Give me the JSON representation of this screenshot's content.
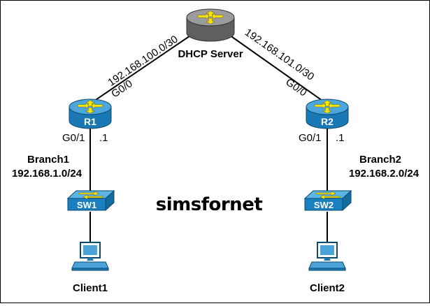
{
  "colors": {
    "router_top": "#4aa3d8",
    "router_side": "#1f7fb8",
    "server_router_top": "#9a9a9a",
    "server_router_side": "#6a6a6a",
    "switch_top": "#56b0e0",
    "switch_side": "#1d84c2",
    "arrow": "#ffe600",
    "link": "#000000",
    "logo_accent": "#6a3d9a"
  },
  "devices": {
    "dhcp_server": {
      "label": "DHCP Server",
      "icon": "router-icon"
    },
    "r1": {
      "label": "R1",
      "icon": "router-icon"
    },
    "r2": {
      "label": "R2",
      "icon": "router-icon"
    },
    "sw1": {
      "label": "SW1",
      "icon": "switch-icon"
    },
    "sw2": {
      "label": "SW2",
      "icon": "switch-icon"
    },
    "client1": {
      "label": "Client1",
      "icon": "pc-icon"
    },
    "client2": {
      "label": "Client2",
      "icon": "pc-icon"
    }
  },
  "links": {
    "r1_server": {
      "subnet": "192.168.100.0/30",
      "r1_interface": "G0/0"
    },
    "r2_server": {
      "subnet": "192.168.101.0/30",
      "r2_interface": "G0/0"
    },
    "r1_lan": {
      "interface": "G0/1",
      "host": ".1"
    },
    "r2_lan": {
      "interface": "G0/1",
      "host": ".1"
    }
  },
  "networks": {
    "branch1": {
      "name": "Branch1",
      "subnet": "192.168.1.0/24"
    },
    "branch2": {
      "name": "Branch2",
      "subnet": "192.168.2.0/24"
    }
  },
  "logo": {
    "text": "simsfornet"
  }
}
